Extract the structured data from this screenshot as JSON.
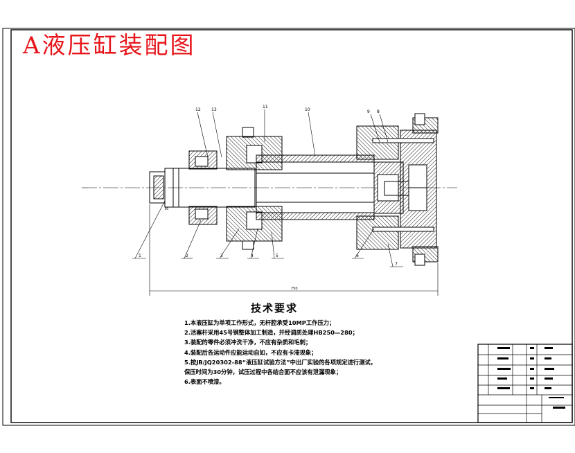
{
  "drawing": {
    "title": "A液压缸装配图",
    "dimension_label": "750",
    "dimension_small": "80"
  },
  "callouts": {
    "top": [
      "12",
      "13",
      "11",
      "10",
      "9",
      "8"
    ],
    "bottom": [
      "1",
      "2",
      "3",
      "4",
      "5",
      "6",
      "7"
    ]
  },
  "requirements": {
    "heading": "技术要求",
    "items": [
      "1.本液压缸为单项工作形式，无杆腔承受10MP工作压力；",
      "2.活塞杆采用45号钢整体加工制造，并经调质处理HB250—280；",
      "3.装配的零件必须冲洗干净，不应有杂质和毛刺；",
      "4.装配后各运动件应能运动自如，不应有卡滞现象；",
      "5.按JB/JQ20302-88“液压缸试验方法”中出厂实验的各项规定进行测试，",
      "保压时间为30分钟，试压过程中各结合面不应该有泄漏现象；",
      "6.表面不喷漆。"
    ]
  },
  "colors": {
    "title_red": "#e8141a",
    "line": "#000000"
  }
}
